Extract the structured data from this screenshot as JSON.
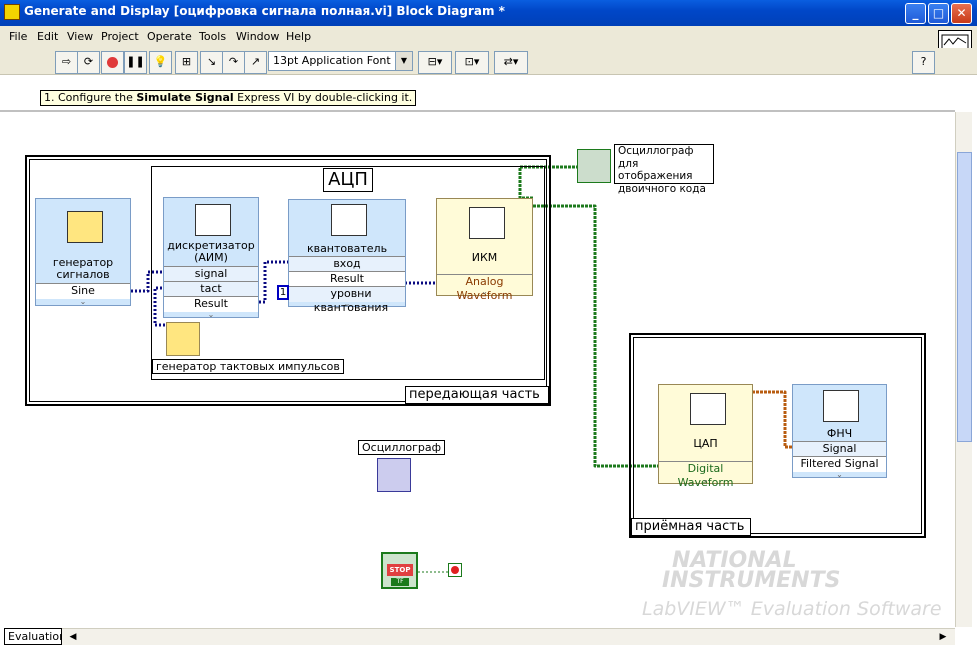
{
  "window": {
    "title": "Generate and Display [оцифровка сигнала полная.vi] Block Diagram *"
  },
  "menu": [
    "File",
    "Edit",
    "View",
    "Project",
    "Operate",
    "Tools",
    "Window",
    "Help"
  ],
  "toolbar": {
    "font": "13pt Application Font",
    "help_glyph": "?"
  },
  "hint": {
    "prefix": "1. Configure the ",
    "bold": "Simulate Signal",
    "suffix": " Express VI by double-clicking it."
  },
  "diagram": {
    "transmit_label": "передающая часть",
    "adc_label": "АЦП",
    "receive_label": "приёмная часть",
    "gen": {
      "name": "генератор\nсигналов",
      "row": "Sine"
    },
    "sampler": {
      "name": "дискретизатор\n(АИМ)",
      "rows": [
        "signal",
        "tact",
        "Result"
      ]
    },
    "quant": {
      "name": "квантователь",
      "rows": [
        "вход",
        "Result",
        "уровни квантования"
      ],
      "const": "1"
    },
    "ikm": {
      "name": "ИКМ",
      "row": "Analog Waveform"
    },
    "clock_label": "генератор тактовых импульсов",
    "scope_bin_label": "Осциллограф\nдля отображения\nдвоичного кода",
    "scope_label": "Осциллограф",
    "dac": {
      "name": "ЦАП",
      "row": "Digital Waveform"
    },
    "lpf": {
      "name": "ФНЧ",
      "rows": [
        "Signal",
        "Filtered Signal"
      ]
    },
    "stop_label": "STOP",
    "stop_tf": "TF"
  },
  "watermark": {
    "line1": "NATIONAL",
    "line2": "INSTRUMENTS",
    "line3": "LabVIEW™ Evaluation Software"
  },
  "status": {
    "tab": "Evaluation"
  },
  "colors": {
    "titlebar": "#0047c8",
    "vi_blue": "#cfe6fb",
    "vi_yellow": "#fffbd8",
    "wire_dyn": "#0a0a80",
    "wire_green": "#1c7a1c",
    "wire_orange": "#b85c10"
  }
}
